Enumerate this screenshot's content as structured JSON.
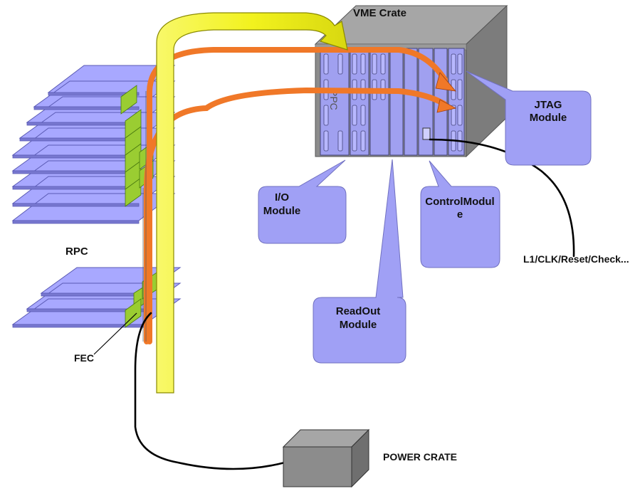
{
  "labels": {
    "vme_crate": "VME Crate",
    "ppc": "PPC",
    "rpc": "RPC",
    "fec": "FEC",
    "power_crate": "POWER CRATE",
    "l1_signals": "L1/CLK/Reset/Check..."
  },
  "callouts": {
    "jtag": [
      "JTAG",
      "Module"
    ],
    "io": [
      "I/O",
      "Module"
    ],
    "control": [
      "ControlModul",
      "e"
    ],
    "readout": [
      "ReadOut",
      "Module"
    ]
  },
  "colors": {
    "plate": "#a8a8ff",
    "plate_edge": "#5a5ab4",
    "fec_green": "#9acd32",
    "yellow_arrow": "#f2f21e",
    "orange_cable": "#f07828",
    "crate_gray": "#8c8c8c",
    "module_purple": "#a0a0f0",
    "callout": "#a0a0f5"
  }
}
